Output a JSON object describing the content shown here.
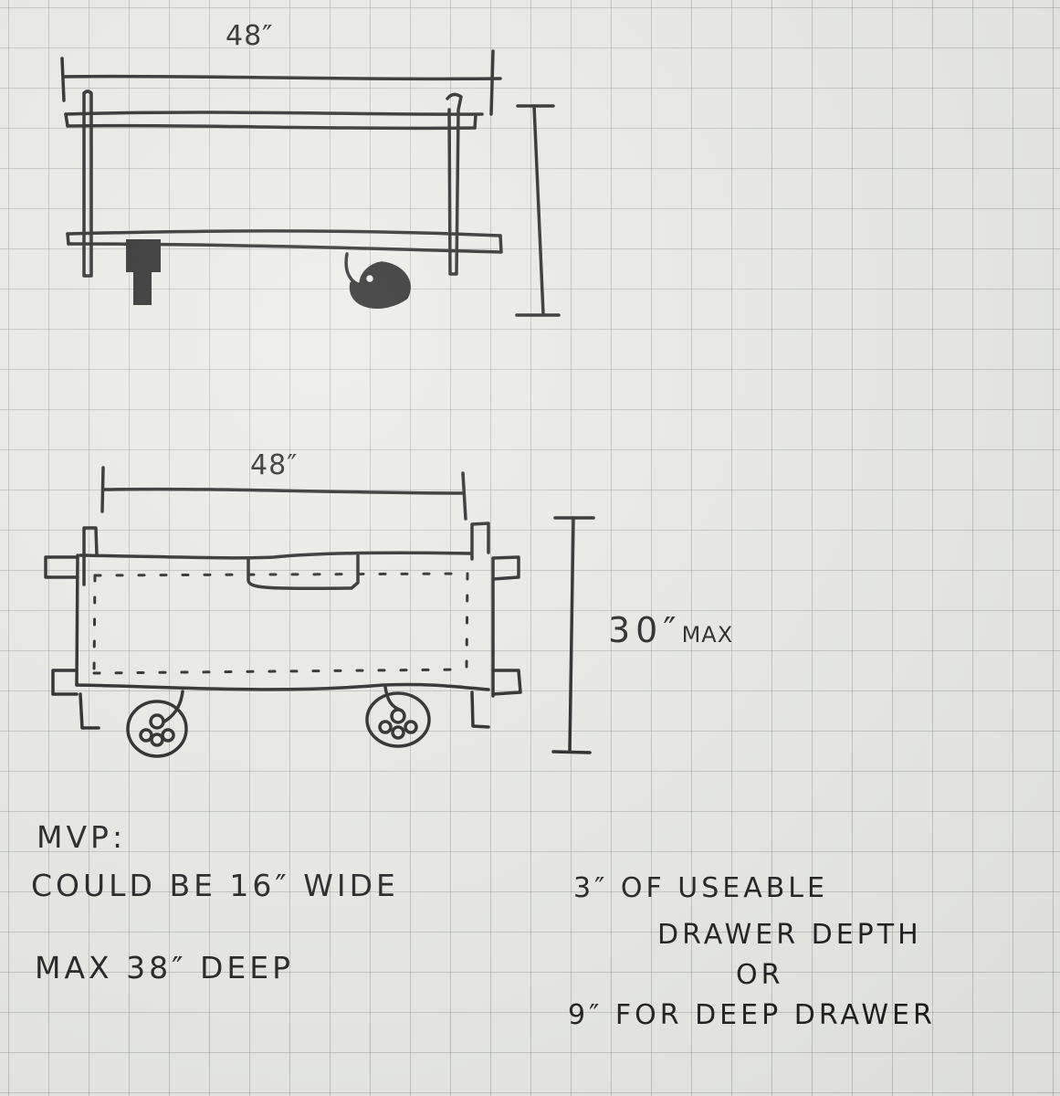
{
  "page": {
    "type": "hand-drawn sketch on grid paper",
    "ink_color": "#151515",
    "paper_color": "#e9eae6",
    "grid_color": "#9aa0a0"
  },
  "drawings": [
    {
      "id": "side-view-top",
      "description": "Cart with two shelves, four posts, one caster wheel and a leg",
      "dimensions": {
        "width_label": "48″",
        "height_label": ""
      }
    },
    {
      "id": "side-view-bottom",
      "description": "Cart with drawer (dashed outline), handle cutout, two caster wheels",
      "dimensions": {
        "width_label": "48″",
        "height_label": "30″",
        "height_suffix": "MAX"
      }
    }
  ],
  "notes": {
    "mvp": {
      "title": "MVP:",
      "lines": [
        "COULD BE 16″ WIDE",
        "MAX 38″ DEEP"
      ]
    },
    "drawer": {
      "lines": [
        "3″ OF USEABLE",
        "DRAWER DEPTH",
        "OR",
        "9″ FOR DEEP DRAWER"
      ]
    }
  }
}
